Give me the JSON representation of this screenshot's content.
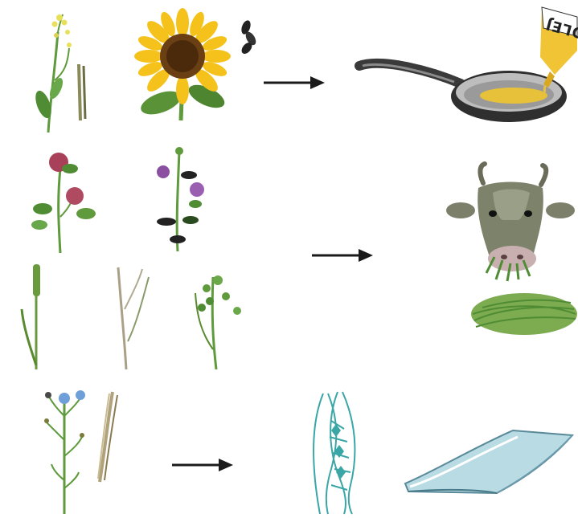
{
  "bottle_label": "OLEJ",
  "rows": [
    {
      "name": "oil-plants-to-frying-oil"
    },
    {
      "name": "fodder-plants-to-cattle-feed"
    },
    {
      "name": "flax-to-fabric"
    }
  ],
  "colors": {
    "background": "#ffffff",
    "arrow": "#1a1a1a",
    "leaf": "#5f9a3c",
    "sunflower_petal": "#f4c21b",
    "clover": "#a8405a",
    "alfalfa": "#8a4fa0",
    "flax_flower": "#6f9fd8",
    "flax_fiber": "#3aa6a6",
    "oil": "#e7c13a",
    "cloth": "#b9dbe3"
  },
  "icons": [
    "rapeseed-plant-icon",
    "sunflower-icon",
    "seeds-icon",
    "frying-pan-icon",
    "oil-bottle-icon",
    "clover-icon",
    "alfalfa-icon",
    "grass-icon",
    "cow-head-icon",
    "hay-icon",
    "flax-plant-icon",
    "flax-stalks-icon",
    "flax-fiber-icon",
    "folded-cloth-icon",
    "arrow-icon"
  ]
}
